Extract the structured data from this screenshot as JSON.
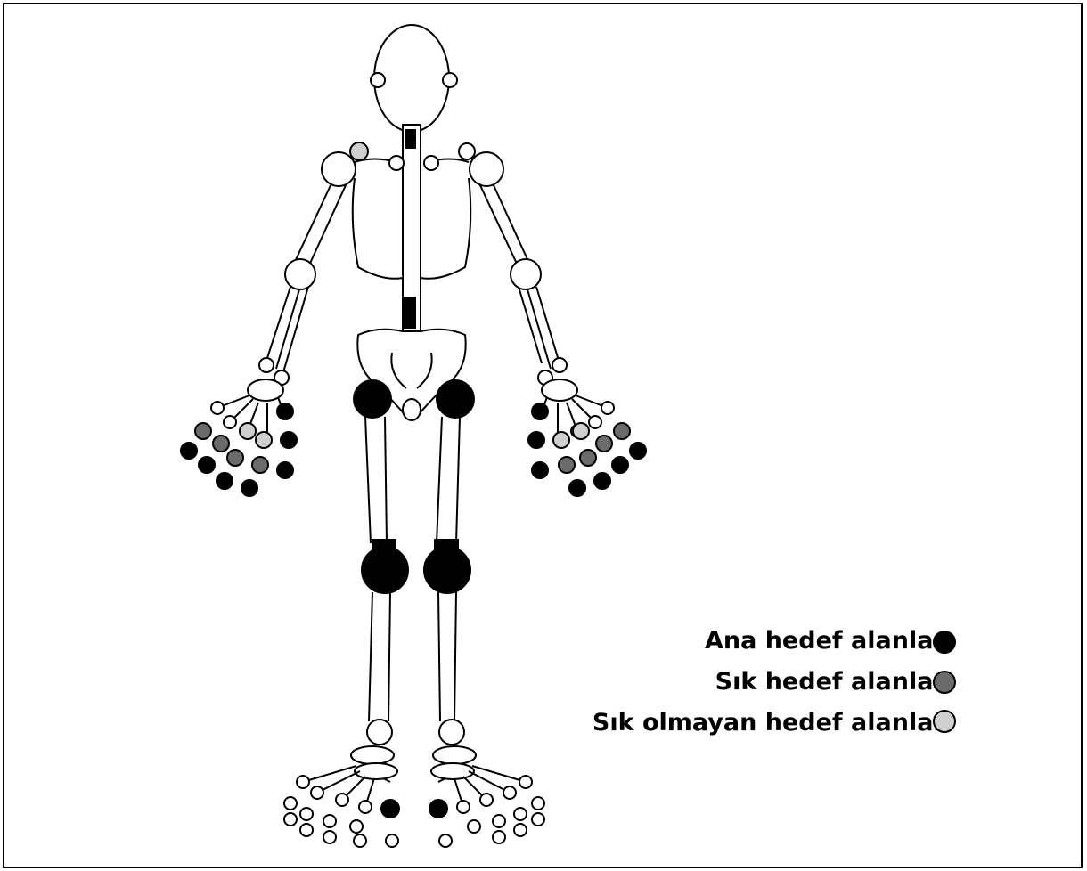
{
  "colors": {
    "major": "#000000",
    "frequent": "#6b6b6b",
    "infrequent": "#cfcfcf",
    "bone": "#ffffff",
    "outline": "#000000"
  },
  "legend": {
    "items": [
      {
        "label": "Ana hedef alanları",
        "level": "major"
      },
      {
        "label": "Sık hedef alanları",
        "level": "frequent"
      },
      {
        "label": "Sık olmayan hedef alanları",
        "level": "infrequent"
      }
    ]
  },
  "sites": [
    {
      "joint": "upper-spine",
      "level": "major"
    },
    {
      "joint": "lumbar-spine",
      "level": "major"
    },
    {
      "joint": "left-sternoclavicular",
      "level": "infrequent"
    },
    {
      "joint": "left-hip",
      "level": "major"
    },
    {
      "joint": "right-hip",
      "level": "major"
    },
    {
      "joint": "left-knee",
      "level": "major"
    },
    {
      "joint": "right-knee",
      "level": "major"
    },
    {
      "joint": "left-big-toe",
      "level": "major"
    },
    {
      "joint": "right-big-toe",
      "level": "major"
    }
  ]
}
